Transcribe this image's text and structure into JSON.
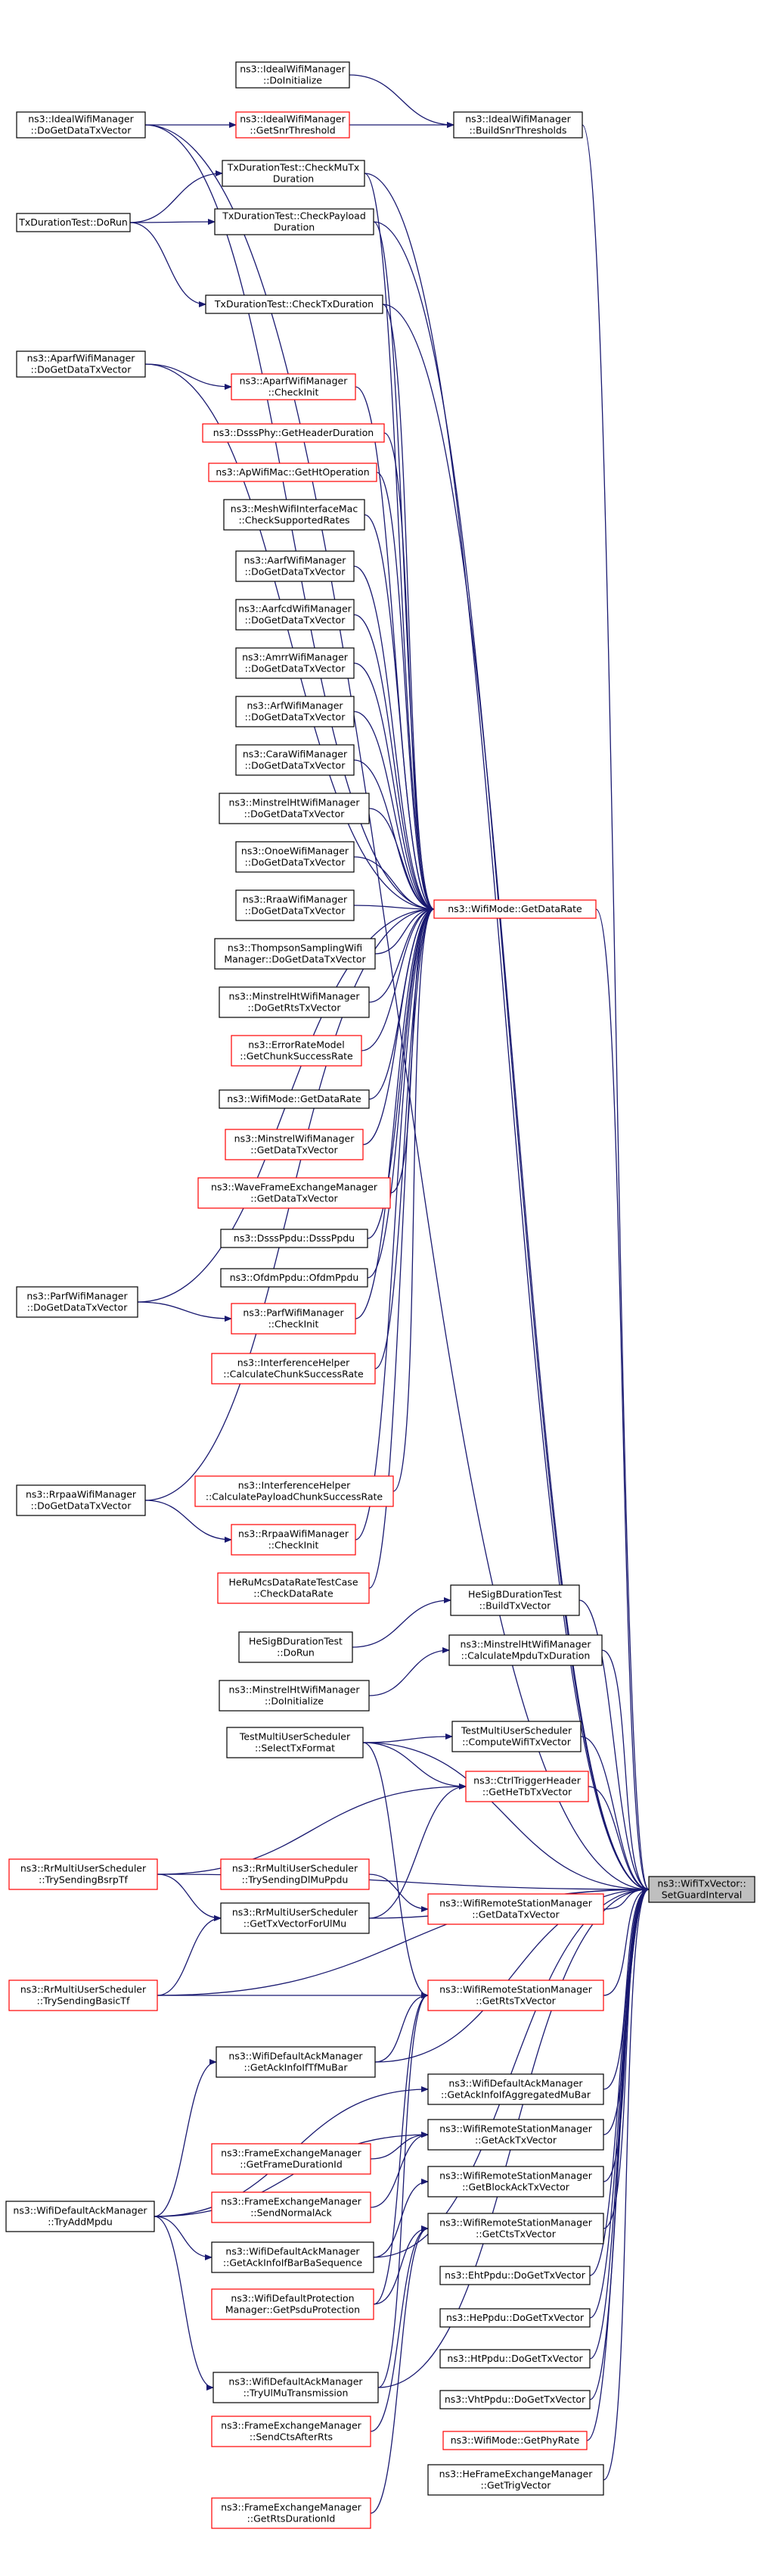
{
  "diagram": {
    "type": "call-graph",
    "edge_color": "#191970",
    "focus": "n_root",
    "nodes": [
      {
        "id": "n_root",
        "lines": [
          "ns3::WifiTxVector::",
          "SetGuardInterval"
        ],
        "style": "focus"
      },
      {
        "id": "n_ideal_doinit",
        "lines": [
          "ns3::IdealWifiManager",
          "::DoInitialize"
        ],
        "style": "normal"
      },
      {
        "id": "n_ideal_getdata",
        "lines": [
          "ns3::IdealWifiManager",
          "::DoGetDataTxVector"
        ],
        "style": "normal"
      },
      {
        "id": "n_ideal_getsnr",
        "lines": [
          "ns3::IdealWifiManager",
          "::GetSnrThreshold"
        ],
        "style": "red"
      },
      {
        "id": "n_ideal_build",
        "lines": [
          "ns3::IdealWifiManager",
          "::BuildSnrThresholds"
        ],
        "style": "normal"
      },
      {
        "id": "n_txdur_mu",
        "lines": [
          "TxDurationTest::CheckMuTx",
          "Duration"
        ],
        "style": "normal"
      },
      {
        "id": "n_txdur_run",
        "lines": [
          "TxDurationTest::DoRun"
        ],
        "style": "normal"
      },
      {
        "id": "n_txdur_payload",
        "lines": [
          "TxDurationTest::CheckPayload",
          "Duration"
        ],
        "style": "normal"
      },
      {
        "id": "n_txdur_check",
        "lines": [
          "TxDurationTest::CheckTxDuration"
        ],
        "style": "normal"
      },
      {
        "id": "n_aparf_getdata",
        "lines": [
          "ns3::AparfWifiManager",
          "::DoGetDataTxVector"
        ],
        "style": "normal"
      },
      {
        "id": "n_aparf_init",
        "lines": [
          "ns3::AparfWifiManager",
          "::CheckInit"
        ],
        "style": "red"
      },
      {
        "id": "n_dsss_hdr",
        "lines": [
          "ns3::DsssPhy::GetHeaderDuration"
        ],
        "style": "red"
      },
      {
        "id": "n_ap_ht",
        "lines": [
          "ns3::ApWifiMac::GetHtOperation"
        ],
        "style": "red"
      },
      {
        "id": "n_mesh",
        "lines": [
          "ns3::MeshWifiInterfaceMac",
          "::CheckSupportedRates"
        ],
        "style": "normal"
      },
      {
        "id": "n_aarf",
        "lines": [
          "ns3::AarfWifiManager",
          "::DoGetDataTxVector"
        ],
        "style": "normal"
      },
      {
        "id": "n_aarfcd",
        "lines": [
          "ns3::AarfcdWifiManager",
          "::DoGetDataTxVector"
        ],
        "style": "normal"
      },
      {
        "id": "n_amrr",
        "lines": [
          "ns3::AmrrWifiManager",
          "::DoGetDataTxVector"
        ],
        "style": "normal"
      },
      {
        "id": "n_arf",
        "lines": [
          "ns3::ArfWifiManager",
          "::DoGetDataTxVector"
        ],
        "style": "normal"
      },
      {
        "id": "n_cara",
        "lines": [
          "ns3::CaraWifiManager",
          "::DoGetDataTxVector"
        ],
        "style": "normal"
      },
      {
        "id": "n_minht_data",
        "lines": [
          "ns3::MinstrelHtWifiManager",
          "::DoGetDataTxVector"
        ],
        "style": "normal"
      },
      {
        "id": "n_onoe",
        "lines": [
          "ns3::OnoeWifiManager",
          "::DoGetDataTxVector"
        ],
        "style": "normal"
      },
      {
        "id": "n_rraa",
        "lines": [
          "ns3::RraaWifiManager",
          "::DoGetDataTxVector"
        ],
        "style": "normal"
      },
      {
        "id": "n_getdatarate",
        "lines": [
          "ns3::WifiMode::GetDataRate"
        ],
        "style": "red"
      },
      {
        "id": "n_thompson",
        "lines": [
          "ns3::ThompsonSamplingWifi",
          "Manager::DoGetDataTxVector"
        ],
        "style": "normal"
      },
      {
        "id": "n_minht_rts",
        "lines": [
          "ns3::MinstrelHtWifiManager",
          "::DoGetRtsTxVector"
        ],
        "style": "normal"
      },
      {
        "id": "n_error",
        "lines": [
          "ns3::ErrorRateModel",
          "::GetChunkSuccessRate"
        ],
        "style": "red"
      },
      {
        "id": "n_wifimode_rate",
        "lines": [
          "ns3::WifiMode::GetDataRate"
        ],
        "style": "normal"
      },
      {
        "id": "n_minstrel",
        "lines": [
          "ns3::MinstrelWifiManager",
          "::GetDataTxVector"
        ],
        "style": "red"
      },
      {
        "id": "n_wave",
        "lines": [
          "ns3::WaveFrameExchangeManager",
          "::GetDataTxVector"
        ],
        "style": "red"
      },
      {
        "id": "n_parf_getdata",
        "lines": [
          "ns3::ParfWifiManager",
          "::DoGetDataTxVector"
        ],
        "style": "normal"
      },
      {
        "id": "n_dsssppdu",
        "lines": [
          "ns3::DsssPpdu::DsssPpdu"
        ],
        "style": "normal"
      },
      {
        "id": "n_ofdmppdu",
        "lines": [
          "ns3::OfdmPpdu::OfdmPpdu"
        ],
        "style": "normal"
      },
      {
        "id": "n_parf_init",
        "lines": [
          "ns3::ParfWifiManager",
          "::CheckInit"
        ],
        "style": "red"
      },
      {
        "id": "n_interf_chunk",
        "lines": [
          "ns3::InterferenceHelper",
          "::CalculateChunkSuccessRate"
        ],
        "style": "red"
      },
      {
        "id": "n_rrpaa_getdata",
        "lines": [
          "ns3::RrpaaWifiManager",
          "::DoGetDataTxVector"
        ],
        "style": "normal"
      },
      {
        "id": "n_interf_payload",
        "lines": [
          "ns3::InterferenceHelper",
          "::CalculatePayloadChunkSuccessRate"
        ],
        "style": "red"
      },
      {
        "id": "n_rrpaa_init",
        "lines": [
          "ns3::RrpaaWifiManager",
          "::CheckInit"
        ],
        "style": "red"
      },
      {
        "id": "n_heru",
        "lines": [
          "HeRuMcsDataRateTestCase",
          "::CheckDataRate"
        ],
        "style": "red"
      },
      {
        "id": "n_hesigb_build",
        "lines": [
          "HeSigBDurationTest",
          "::BuildTxVector"
        ],
        "style": "normal"
      },
      {
        "id": "n_hesigb_run",
        "lines": [
          "HeSigBDurationTest",
          "::DoRun"
        ],
        "style": "normal"
      },
      {
        "id": "n_minht_calc",
        "lines": [
          "ns3::MinstrelHtWifiManager",
          "::CalculateMpduTxDuration"
        ],
        "style": "normal"
      },
      {
        "id": "n_minht_init",
        "lines": [
          "ns3::MinstrelHtWifiManager",
          "::DoInitialize"
        ],
        "style": "normal"
      },
      {
        "id": "n_tmus_select",
        "lines": [
          "TestMultiUserScheduler",
          "::SelectTxFormat"
        ],
        "style": "normal"
      },
      {
        "id": "n_tmus_compute",
        "lines": [
          "TestMultiUserScheduler",
          "::ComputeWifiTxVector"
        ],
        "style": "normal"
      },
      {
        "id": "n_ctrl_trigger",
        "lines": [
          "ns3::CtrlTriggerHeader",
          "::GetHeTbTxVector"
        ],
        "style": "red"
      },
      {
        "id": "n_rr_bsrp",
        "lines": [
          "ns3::RrMultiUserScheduler",
          "::TrySendingBsrpTf"
        ],
        "style": "red"
      },
      {
        "id": "n_rr_dlmu",
        "lines": [
          "ns3::RrMultiUserScheduler",
          "::TrySendingDlMuPpdu"
        ],
        "style": "red"
      },
      {
        "id": "n_rr_ulmu",
        "lines": [
          "ns3::RrMultiUserScheduler",
          "::GetTxVectorForUlMu"
        ],
        "style": "normal"
      },
      {
        "id": "n_rsm_data",
        "lines": [
          "ns3::WifiRemoteStationManager",
          "::GetDataTxVector"
        ],
        "style": "red"
      },
      {
        "id": "n_rr_basic",
        "lines": [
          "ns3::RrMultiUserScheduler",
          "::TrySendingBasicTf"
        ],
        "style": "red"
      },
      {
        "id": "n_rsm_rts",
        "lines": [
          "ns3::WifiRemoteStationManager",
          "::GetRtsTxVector"
        ],
        "style": "red"
      },
      {
        "id": "n_dack_mubar",
        "lines": [
          "ns3::WifiDefaultAckManager",
          "::GetAckInfoIfTfMuBar"
        ],
        "style": "normal"
      },
      {
        "id": "n_dack_aggr",
        "lines": [
          "ns3::WifiDefaultAckManager",
          "::GetAckInfoIfAggregatedMuBar"
        ],
        "style": "normal"
      },
      {
        "id": "n_rsm_ack",
        "lines": [
          "ns3::WifiRemoteStationManager",
          "::GetAckTxVector"
        ],
        "style": "normal"
      },
      {
        "id": "n_fem_durid",
        "lines": [
          "ns3::FrameExchangeManager",
          "::GetFrameDurationId"
        ],
        "style": "red"
      },
      {
        "id": "n_dack_tryadd",
        "lines": [
          "ns3::WifiDefaultAckManager",
          "::TryAddMpdu"
        ],
        "style": "normal"
      },
      {
        "id": "n_rsm_blockack",
        "lines": [
          "ns3::WifiRemoteStationManager",
          "::GetBlockAckTxVector"
        ],
        "style": "normal"
      },
      {
        "id": "n_fem_normalack",
        "lines": [
          "ns3::FrameExchangeManager",
          "::SendNormalAck"
        ],
        "style": "red"
      },
      {
        "id": "n_dack_barseq",
        "lines": [
          "ns3::WifiDefaultAckManager",
          "::GetAckInfoIfBarBaSequence"
        ],
        "style": "normal"
      },
      {
        "id": "n_rsm_cts",
        "lines": [
          "ns3::WifiRemoteStationManager",
          "::GetCtsTxVector"
        ],
        "style": "normal"
      },
      {
        "id": "n_dprot",
        "lines": [
          "ns3::WifiDefaultProtection",
          "Manager::GetPsduProtection"
        ],
        "style": "red"
      },
      {
        "id": "n_eht",
        "lines": [
          "ns3::EhtPpdu::DoGetTxVector"
        ],
        "style": "normal"
      },
      {
        "id": "n_he",
        "lines": [
          "ns3::HePpdu::DoGetTxVector"
        ],
        "style": "normal"
      },
      {
        "id": "n_ht",
        "lines": [
          "ns3::HtPpdu::DoGetTxVector"
        ],
        "style": "normal"
      },
      {
        "id": "n_dack_ulmu",
        "lines": [
          "ns3::WifiDefaultAckManager",
          "::TryUlMuTransmission"
        ],
        "style": "normal"
      },
      {
        "id": "n_vht",
        "lines": [
          "ns3::VhtPpdu::DoGetTxVector"
        ],
        "style": "normal"
      },
      {
        "id": "n_fem_cts",
        "lines": [
          "ns3::FrameExchangeManager",
          "::SendCtsAfterRts"
        ],
        "style": "red"
      },
      {
        "id": "n_phyrate",
        "lines": [
          "ns3::WifiMode::GetPhyRate"
        ],
        "style": "red"
      },
      {
        "id": "n_hefem",
        "lines": [
          "ns3::HeFrameExchangeManager",
          "::GetTrigVector"
        ],
        "style": "normal"
      },
      {
        "id": "n_fem_rtsdur",
        "lines": [
          "ns3::FrameExchangeManager",
          "::GetRtsDurationId"
        ],
        "style": "red"
      }
    ],
    "edges": [
      [
        "n_ideal_getdata",
        "n_ideal_getsnr"
      ],
      [
        "n_ideal_getdata",
        "n_root"
      ],
      [
        "n_ideal_doinit",
        "n_ideal_build"
      ],
      [
        "n_ideal_getsnr",
        "n_ideal_build"
      ],
      [
        "n_ideal_build",
        "n_root"
      ],
      [
        "n_txdur_run",
        "n_txdur_mu"
      ],
      [
        "n_txdur_run",
        "n_txdur_payload"
      ],
      [
        "n_txdur_run",
        "n_txdur_check"
      ],
      [
        "n_txdur_mu",
        "n_root"
      ],
      [
        "n_txdur_payload",
        "n_root"
      ],
      [
        "n_txdur_check",
        "n_root"
      ],
      [
        "n_txdur_payload",
        "n_getdatarate"
      ],
      [
        "n_txdur_mu",
        "n_getdatarate"
      ],
      [
        "n_txdur_check",
        "n_getdatarate"
      ],
      [
        "n_ideal_getdata",
        "n_getdatarate"
      ],
      [
        "n_aparf_getdata",
        "n_aparf_init"
      ],
      [
        "n_aparf_getdata",
        "n_getdatarate"
      ],
      [
        "n_aparf_init",
        "n_getdatarate"
      ],
      [
        "n_dsss_hdr",
        "n_getdatarate"
      ],
      [
        "n_ap_ht",
        "n_getdatarate"
      ],
      [
        "n_mesh",
        "n_getdatarate"
      ],
      [
        "n_aarf",
        "n_getdatarate"
      ],
      [
        "n_aarfcd",
        "n_getdatarate"
      ],
      [
        "n_amrr",
        "n_getdatarate"
      ],
      [
        "n_arf",
        "n_getdatarate"
      ],
      [
        "n_cara",
        "n_getdatarate"
      ],
      [
        "n_minht_data",
        "n_getdatarate"
      ],
      [
        "n_onoe",
        "n_getdatarate"
      ],
      [
        "n_rraa",
        "n_getdatarate"
      ],
      [
        "n_thompson",
        "n_getdatarate"
      ],
      [
        "n_minht_rts",
        "n_getdatarate"
      ],
      [
        "n_error",
        "n_getdatarate"
      ],
      [
        "n_wifimode_rate",
        "n_getdatarate"
      ],
      [
        "n_minstrel",
        "n_getdatarate"
      ],
      [
        "n_wave",
        "n_getdatarate"
      ],
      [
        "n_dsssppdu",
        "n_getdatarate"
      ],
      [
        "n_ofdmppdu",
        "n_getdatarate"
      ],
      [
        "n_parf_getdata",
        "n_getdatarate"
      ],
      [
        "n_parf_getdata",
        "n_parf_init"
      ],
      [
        "n_parf_init",
        "n_getdatarate"
      ],
      [
        "n_interf_chunk",
        "n_getdatarate"
      ],
      [
        "n_rrpaa_getdata",
        "n_getdatarate"
      ],
      [
        "n_rrpaa_getdata",
        "n_rrpaa_init"
      ],
      [
        "n_interf_payload",
        "n_getdatarate"
      ],
      [
        "n_rrpaa_init",
        "n_getdatarate"
      ],
      [
        "n_heru",
        "n_getdatarate"
      ],
      [
        "n_getdatarate",
        "n_root"
      ],
      [
        "n_hesigb_run",
        "n_hesigb_build"
      ],
      [
        "n_hesigb_build",
        "n_root"
      ],
      [
        "n_minht_init",
        "n_minht_calc"
      ],
      [
        "n_minht_calc",
        "n_root"
      ],
      [
        "n_tmus_select",
        "n_tmus_compute"
      ],
      [
        "n_tmus_select",
        "n_ctrl_trigger"
      ],
      [
        "n_tmus_select",
        "n_root"
      ],
      [
        "n_tmus_select",
        "n_rsm_rts"
      ],
      [
        "n_tmus_compute",
        "n_root"
      ],
      [
        "n_ctrl_trigger",
        "n_root"
      ],
      [
        "n_rr_bsrp",
        "n_ctrl_trigger"
      ],
      [
        "n_rr_bsrp",
        "n_rr_ulmu"
      ],
      [
        "n_rr_bsrp",
        "n_root"
      ],
      [
        "n_rr_dlmu",
        "n_rsm_data"
      ],
      [
        "n_rr_ulmu",
        "n_root"
      ],
      [
        "n_rr_ulmu",
        "n_ctrl_trigger"
      ],
      [
        "n_rr_basic",
        "n_rr_ulmu"
      ],
      [
        "n_rr_basic",
        "n_rsm_rts"
      ],
      [
        "n_rr_basic",
        "n_root"
      ],
      [
        "n_rsm_data",
        "n_root"
      ],
      [
        "n_rsm_rts",
        "n_root"
      ],
      [
        "n_dack_mubar",
        "n_rsm_rts"
      ],
      [
        "n_dack_mubar",
        "n_root"
      ],
      [
        "n_dack_aggr",
        "n_root"
      ],
      [
        "n_rsm_ack",
        "n_root"
      ],
      [
        "n_rsm_blockack",
        "n_root"
      ],
      [
        "n_rsm_cts",
        "n_root"
      ],
      [
        "n_dack_tryadd",
        "n_dack_mubar"
      ],
      [
        "n_dack_tryadd",
        "n_dack_aggr"
      ],
      [
        "n_dack_tryadd",
        "n_dack_barseq"
      ],
      [
        "n_dack_tryadd",
        "n_dack_ulmu"
      ],
      [
        "n_dack_tryadd",
        "n_rsm_ack"
      ],
      [
        "n_fem_durid",
        "n_rsm_ack"
      ],
      [
        "n_fem_normalack",
        "n_rsm_ack"
      ],
      [
        "n_dack_barseq",
        "n_rsm_blockack"
      ],
      [
        "n_dack_barseq",
        "n_root"
      ],
      [
        "n_dprot",
        "n_rsm_cts"
      ],
      [
        "n_dprot",
        "n_rsm_rts"
      ],
      [
        "n_fem_cts",
        "n_rsm_cts"
      ],
      [
        "n_fem_rtsdur",
        "n_rsm_cts"
      ],
      [
        "n_dack_ulmu",
        "n_rsm_rts"
      ],
      [
        "n_dack_ulmu",
        "n_root"
      ],
      [
        "n_eht",
        "n_root"
      ],
      [
        "n_he",
        "n_root"
      ],
      [
        "n_ht",
        "n_root"
      ],
      [
        "n_vht",
        "n_root"
      ],
      [
        "n_phyrate",
        "n_root"
      ],
      [
        "n_hefem",
        "n_root"
      ]
    ]
  }
}
